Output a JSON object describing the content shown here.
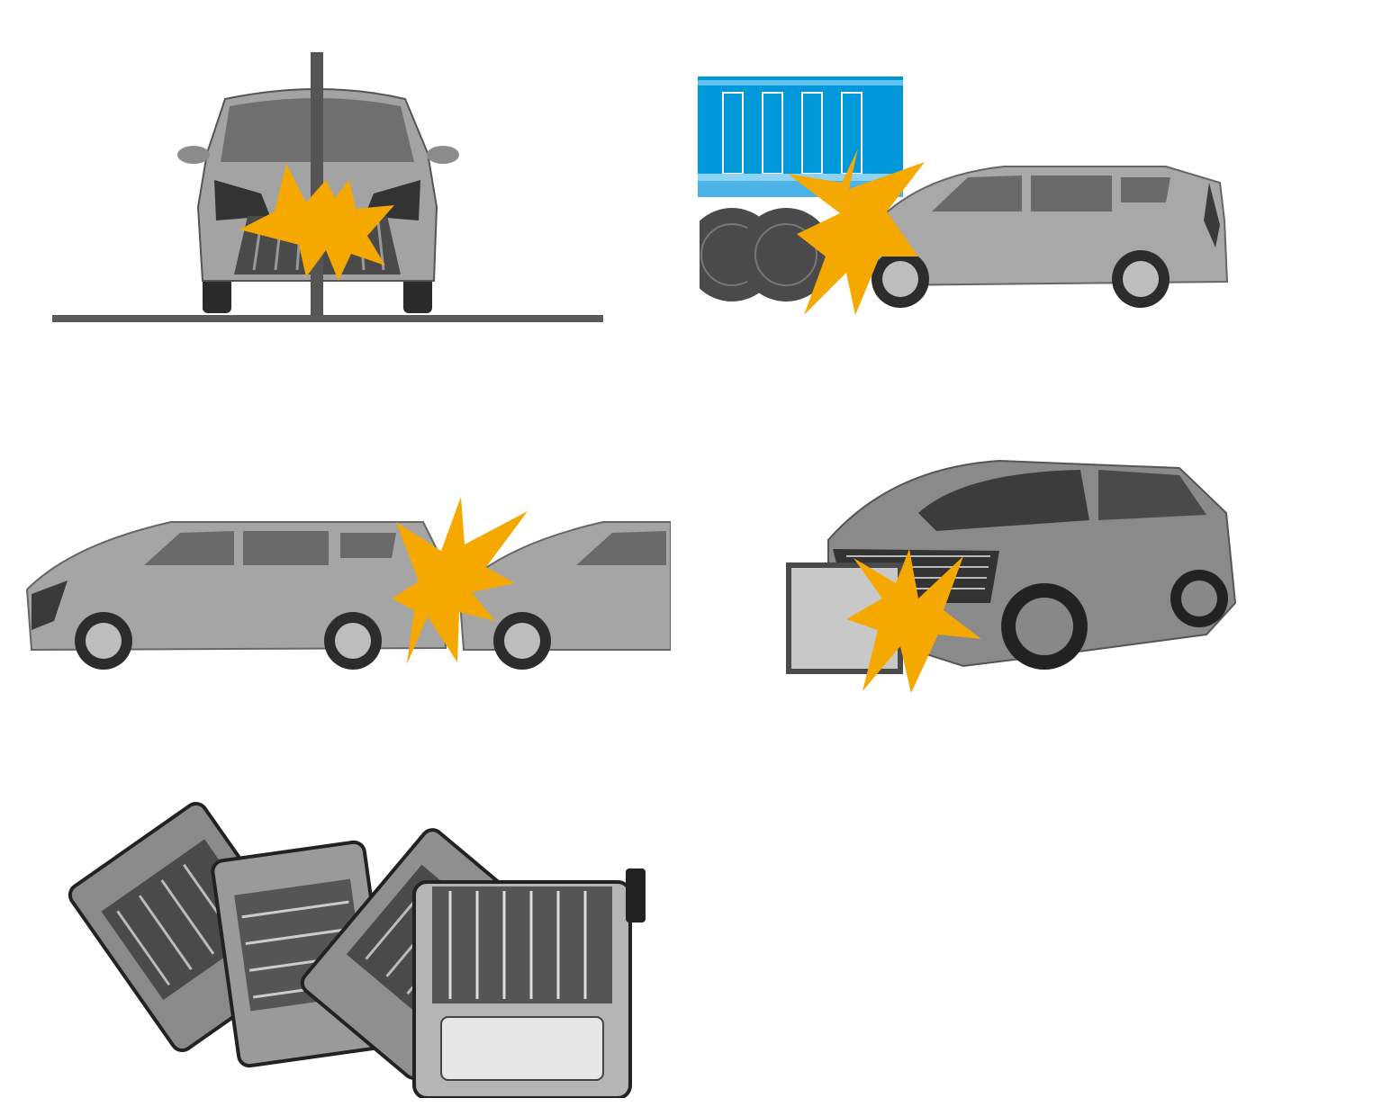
{
  "panels": [
    {
      "id": "pole-side-impact",
      "view": "front",
      "description_icon": "pole-impact-icon"
    },
    {
      "id": "truck-underride",
      "view": "side",
      "description_icon": "truck-impact-icon"
    },
    {
      "id": "rear-end-collision",
      "view": "side",
      "description_icon": "rear-impact-icon"
    },
    {
      "id": "small-offset-barrier",
      "view": "three-quarter",
      "description_icon": "barrier-impact-icon"
    },
    {
      "id": "rollover",
      "view": "top",
      "description_icon": "rollover-icon"
    }
  ],
  "colors": {
    "burst": "#f5a800",
    "truck_blue": "#0098d8",
    "car_body": "#9b9b9b",
    "car_dark": "#3a3a3a",
    "ground": "#5a5a5a",
    "barrier_face": "#c8c8c8"
  }
}
